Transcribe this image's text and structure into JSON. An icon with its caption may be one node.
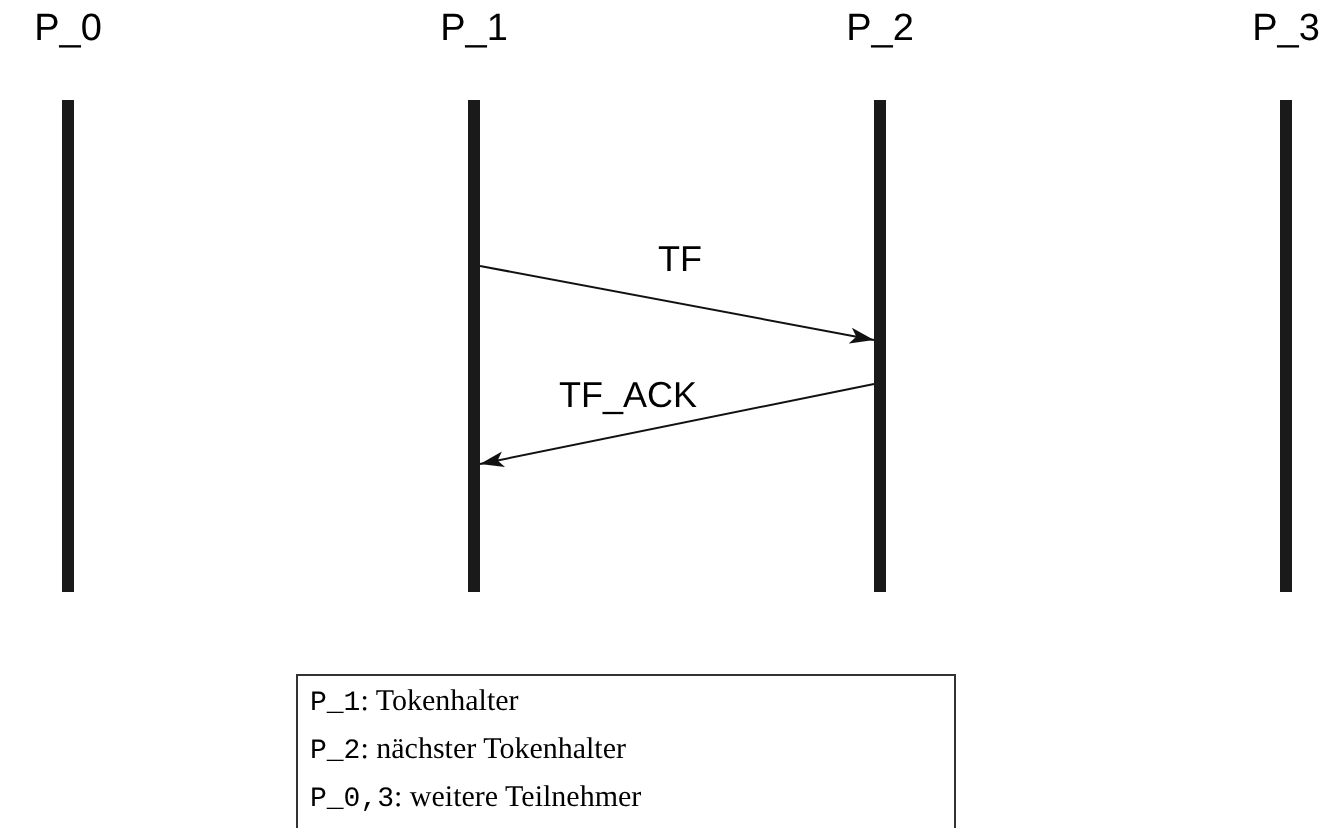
{
  "diagram": {
    "nodes": [
      {
        "text": [
          "P_0"
        ]
      },
      {
        "text": [
          "P_1"
        ]
      },
      {
        "text": [
          "P_2"
        ]
      },
      {
        "text": [
          "P_3"
        ]
      },
      {
        "text": [
          "P_1: Tokenhalter",
          "P_2: nächster Tokenhalter",
          "P_0,3: weitere Teilnehmer"
        ]
      }
    ],
    "edges": [
      {
        "from": 1,
        "to": 2,
        "arrow": "to",
        "label": "TF"
      },
      {
        "from": 2,
        "to": 1,
        "arrow": "to",
        "label": "TF_ACK"
      }
    ]
  }
}
